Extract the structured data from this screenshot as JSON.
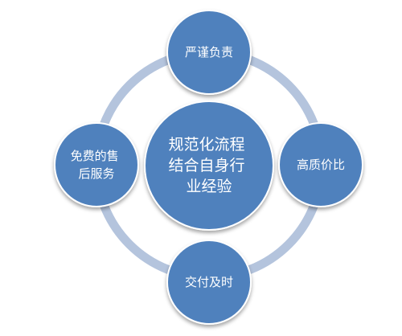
{
  "colors": {
    "ring": "#b4c4dd",
    "node_fill": "#4f81bd",
    "node_stroke": "#ffffff",
    "text": "#ffffff"
  },
  "center": {
    "lines": [
      "规范化流程",
      "结合自身行",
      "业经验"
    ]
  },
  "nodes": {
    "top": {
      "lines": [
        "严谨负责"
      ]
    },
    "right": {
      "lines": [
        "高质价比"
      ]
    },
    "bottom": {
      "lines": [
        "交付及时"
      ]
    },
    "left": {
      "lines": [
        "免费的售",
        "后服务"
      ]
    }
  }
}
